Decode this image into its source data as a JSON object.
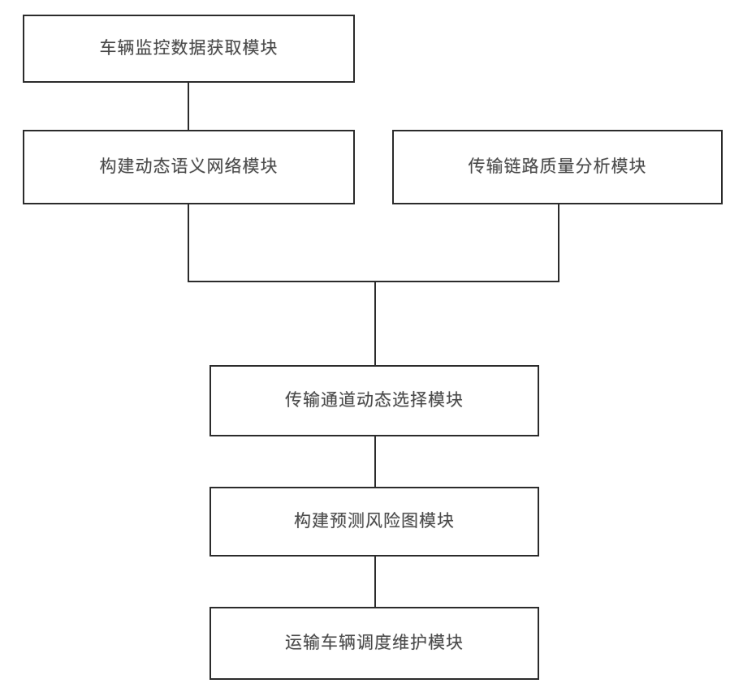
{
  "diagram": {
    "title": "",
    "type": "flowchart",
    "orientation": "top-to-bottom",
    "colors": {
      "background": "#ffffff",
      "box_border": "#2b2b2b",
      "box_fill": "#ffffff",
      "text": "#4a4a4a",
      "connector": "#2b2b2b"
    },
    "nodes": [
      {
        "id": "node-1",
        "label": "车辆监控数据获取模块",
        "name": "vehicle-monitoring-data-acquisition-module"
      },
      {
        "id": "node-2",
        "label": "构建动态语义网络模块",
        "name": "build-dynamic-semantic-network-module"
      },
      {
        "id": "node-3",
        "label": "传输链路质量分析模块",
        "name": "transmission-link-quality-analysis-module"
      },
      {
        "id": "node-4",
        "label": "传输通道动态选择模块",
        "name": "transmission-channel-dynamic-selection-module"
      },
      {
        "id": "node-5",
        "label": "构建预测风险图模块",
        "name": "build-predicted-risk-map-module"
      },
      {
        "id": "node-6",
        "label": "运输车辆调度维护模块",
        "name": "transport-vehicle-dispatch-maintenance-module"
      }
    ],
    "edges": [
      {
        "from": "node-1",
        "to": "node-2",
        "style": "straight-vertical"
      },
      {
        "from": "node-2",
        "to": "merge-bar",
        "style": "straight-vertical"
      },
      {
        "from": "node-3",
        "to": "merge-bar",
        "style": "straight-vertical"
      },
      {
        "from": "merge-bar",
        "to": "node-4",
        "style": "straight-vertical"
      },
      {
        "from": "node-4",
        "to": "node-5",
        "style": "straight-vertical"
      },
      {
        "from": "node-5",
        "to": "node-6",
        "style": "straight-vertical"
      }
    ]
  }
}
